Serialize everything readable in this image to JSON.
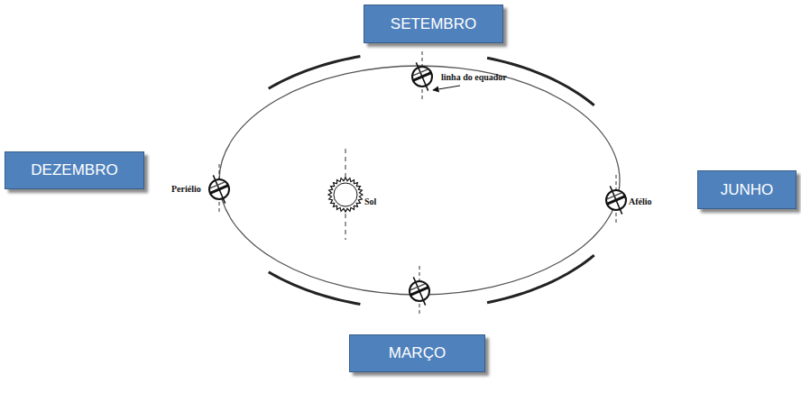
{
  "diagram": {
    "nodes": [
      {
        "text": [
          "SETEMBRO"
        ]
      },
      {
        "text": [
          "DEZEMBRO"
        ]
      },
      {
        "text": [
          "JUNHO"
        ]
      },
      {
        "text": [
          "MARÇO"
        ]
      }
    ],
    "labels": [
      "linha do equador",
      "Periélio",
      "Sol",
      "Afélio"
    ]
  }
}
